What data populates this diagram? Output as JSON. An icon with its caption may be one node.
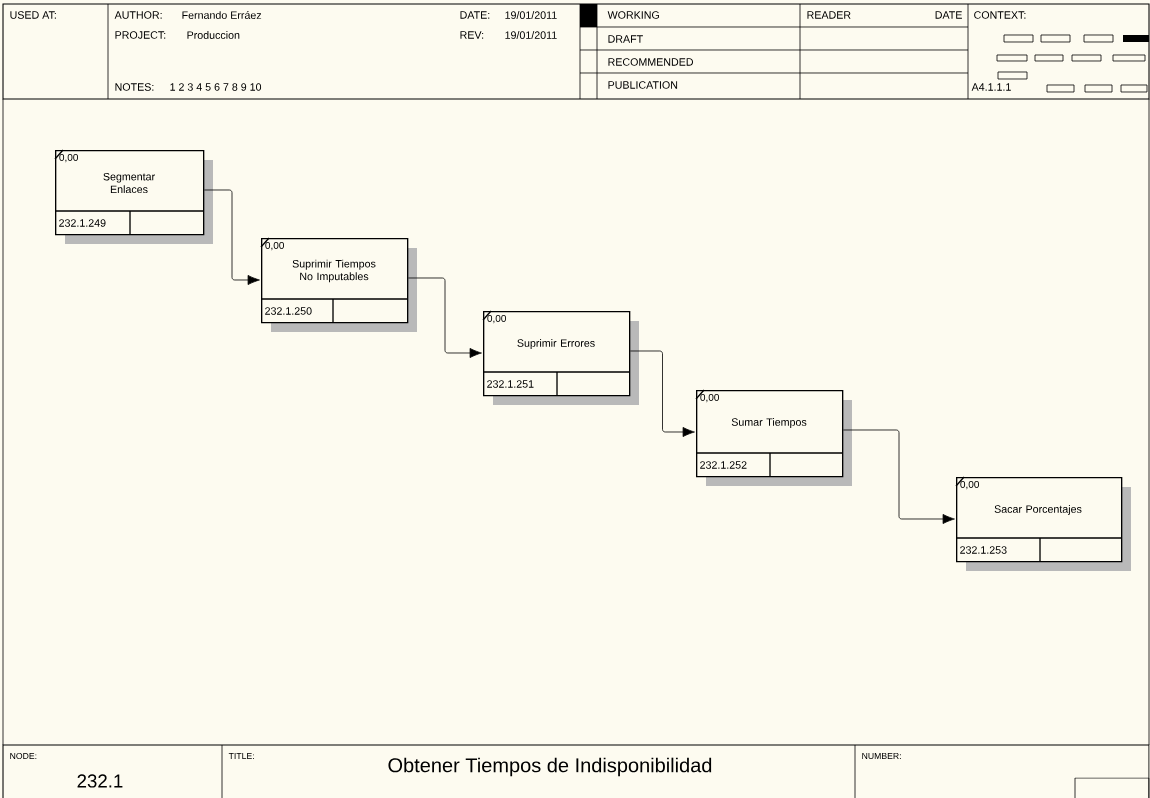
{
  "diagram": {
    "title": "Obtener Tiempos de Indisponibilidad",
    "nodes": [
      {
        "text": [
          "Segmentar Enlaces",
          "0,00",
          "232.1.249"
        ]
      },
      {
        "text": [
          "Suprimir Tiempos No Imputables",
          "0,00",
          "232.1.250"
        ]
      },
      {
        "text": [
          "Suprimir Errores",
          "0,00",
          "232.1.251"
        ]
      },
      {
        "text": [
          "Sumar Tiempos",
          "0,00",
          "232.1.252"
        ]
      },
      {
        "text": [
          "Sacar Porcentajes",
          "0,00",
          "232.1.253"
        ]
      }
    ],
    "edges": [
      {
        "from": 0,
        "to": 1,
        "arrow": "to"
      },
      {
        "from": 1,
        "to": 2,
        "arrow": "to"
      },
      {
        "from": 2,
        "to": 3,
        "arrow": "to"
      },
      {
        "from": 3,
        "to": 4,
        "arrow": "to"
      }
    ],
    "labels": [
      "USED AT:",
      "AUTHOR:",
      "Fernando Erráez",
      "PROJECT:",
      "Produccion",
      "NOTES:",
      "1 2 3 4 5 6 7 8 9 10",
      "DATE:",
      "19/01/2011",
      "REV:",
      "19/01/2011",
      "WORKING",
      "READER",
      "DATE",
      "CONTEXT:",
      "DRAFT",
      "RECOMMENDED",
      "PUBLICATION",
      "A4.1.1.1",
      "NODE:",
      "232.1",
      "TITLE:",
      "NUMBER:"
    ]
  }
}
